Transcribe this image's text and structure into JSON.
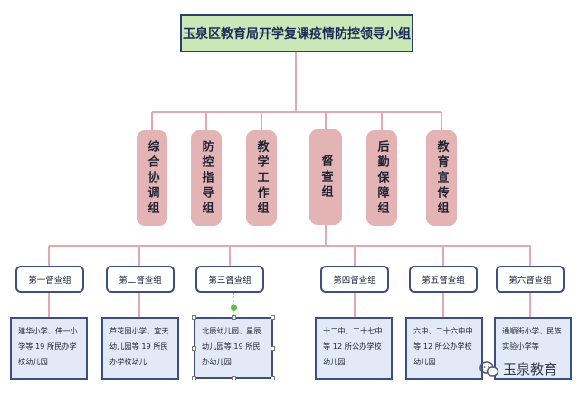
{
  "title": "玉泉区教育局开学复课疫情防控领导小组",
  "groups": [
    {
      "label": "综合协调组"
    },
    {
      "label": "防控指导组"
    },
    {
      "label": "教学工作组"
    },
    {
      "label": "督查组"
    },
    {
      "label": "后勤保障组"
    },
    {
      "label": "教育宣传组"
    }
  ],
  "teams": [
    {
      "label": "第一督查组",
      "detail": "建华小学、伟一小学等 19 所民办学校幼儿园"
    },
    {
      "label": "第二督查组",
      "detail": "芦花园小学、宜天幼儿园等 19 所民办学校幼儿"
    },
    {
      "label": "第三督查组",
      "detail": "北辰幼儿园、星辰幼儿园等 19 所民办幼儿园"
    },
    {
      "label": "第四督查组",
      "detail": "十二中、二十七中等 12 所公办学校幼儿园"
    },
    {
      "label": "第五督查组",
      "detail": "六中、二十六中中等 12 所公办学校幼儿园"
    },
    {
      "label": "第六督查组",
      "detail": "通顺街小学、民族实验小学等"
    }
  ],
  "watermark": {
    "text": "玉泉教育",
    "icon": "wechat-icon"
  },
  "colors": {
    "root_fill": "#c9e8b7",
    "group_fill": "#e4b3b4",
    "detail_fill": "#e3eaf7",
    "line": "#e2aab0",
    "border": "#3b4f86"
  }
}
